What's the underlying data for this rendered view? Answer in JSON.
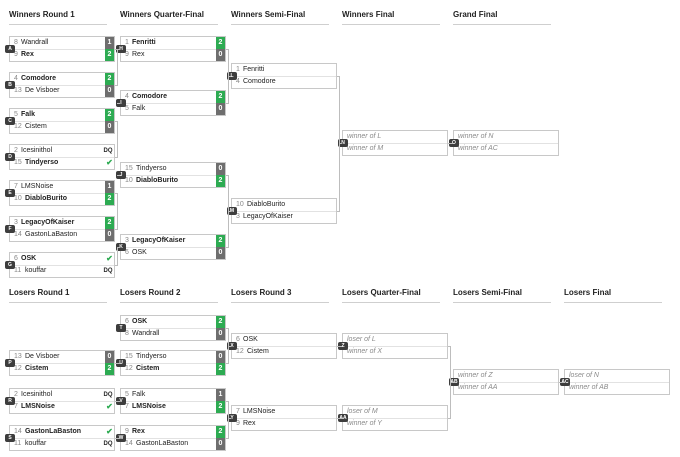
{
  "winners_rounds": [
    "Winners Round 1",
    "Winners Quarter-Final",
    "Winners Semi-Final",
    "Winners Final",
    "Grand Final"
  ],
  "losers_rounds": [
    "Losers Round 1",
    "Losers Round 2",
    "Losers Round 3",
    "Losers Quarter-Final",
    "Losers Semi-Final",
    "Losers Final"
  ],
  "matches": {
    "A": {
      "badge": "A",
      "p1": {
        "seed": "8",
        "name": "Wandrall",
        "score": "1"
      },
      "p2": {
        "seed": "9",
        "name": "Rex",
        "score": "2"
      }
    },
    "B": {
      "badge": "B",
      "p1": {
        "seed": "4",
        "name": "Comodore",
        "score": "2"
      },
      "p2": {
        "seed": "13",
        "name": "De Visboer",
        "score": "0"
      }
    },
    "C": {
      "badge": "C",
      "p1": {
        "seed": "5",
        "name": "Falk",
        "score": "2"
      },
      "p2": {
        "seed": "12",
        "name": "Cistem",
        "score": "0"
      }
    },
    "D": {
      "badge": "D",
      "p1": {
        "seed": "2",
        "name": "Icesinithol",
        "score": "DQ"
      },
      "p2": {
        "seed": "15",
        "name": "Tindyerso",
        "score": "✔"
      }
    },
    "E": {
      "badge": "E",
      "p1": {
        "seed": "7",
        "name": "LMSNoise",
        "score": "1"
      },
      "p2": {
        "seed": "10",
        "name": "DiabloBurito",
        "score": "2"
      }
    },
    "F": {
      "badge": "F",
      "p1": {
        "seed": "3",
        "name": "LegacyOfKaiser",
        "score": "2"
      },
      "p2": {
        "seed": "14",
        "name": "GastonLaBaston",
        "score": "0"
      }
    },
    "G": {
      "badge": "G",
      "p1": {
        "seed": "6",
        "name": "OSK",
        "score": "✔"
      },
      "p2": {
        "seed": "11",
        "name": "kouffar",
        "score": "DQ"
      }
    },
    "H": {
      "badge": "H",
      "p1": {
        "seed": "1",
        "name": "Fenritti",
        "score": "2"
      },
      "p2": {
        "seed": "9",
        "name": "Rex",
        "score": "0"
      }
    },
    "I": {
      "badge": "I",
      "p1": {
        "seed": "4",
        "name": "Comodore",
        "score": "2"
      },
      "p2": {
        "seed": "5",
        "name": "Falk",
        "score": "0"
      }
    },
    "J": {
      "badge": "J",
      "p1": {
        "seed": "15",
        "name": "Tindyerso",
        "score": "0"
      },
      "p2": {
        "seed": "10",
        "name": "DiabloBurito",
        "score": "2"
      }
    },
    "K": {
      "badge": "K",
      "p1": {
        "seed": "3",
        "name": "LegacyOfKaiser",
        "score": "2"
      },
      "p2": {
        "seed": "6",
        "name": "OSK",
        "score": "0"
      }
    },
    "L": {
      "badge": "L",
      "p1": {
        "seed": "1",
        "name": "Fenritti",
        "score": ""
      },
      "p2": {
        "seed": "4",
        "name": "Comodore",
        "score": ""
      }
    },
    "M": {
      "badge": "M",
      "p1": {
        "seed": "10",
        "name": "DiabloBurito",
        "score": ""
      },
      "p2": {
        "seed": "3",
        "name": "LegacyOfKaiser",
        "score": ""
      }
    },
    "N": {
      "badge": "N",
      "p1": {
        "seed": "",
        "name": "winner of L",
        "score": ""
      },
      "p2": {
        "seed": "",
        "name": "winner of M",
        "score": ""
      }
    },
    "O": {
      "badge": "O",
      "p1": {
        "seed": "",
        "name": "winner of N",
        "score": ""
      },
      "p2": {
        "seed": "",
        "name": "winner of AC",
        "score": ""
      }
    },
    "P": {
      "badge": "P",
      "p1": {
        "seed": "13",
        "name": "De Visboer",
        "score": "0"
      },
      "p2": {
        "seed": "12",
        "name": "Cistem",
        "score": "2"
      }
    },
    "R": {
      "badge": "R",
      "p1": {
        "seed": "2",
        "name": "Icesinithol",
        "score": "DQ"
      },
      "p2": {
        "seed": "7",
        "name": "LMSNoise",
        "score": "✔"
      }
    },
    "S": {
      "badge": "S",
      "p1": {
        "seed": "14",
        "name": "GastonLaBaston",
        "score": "✔"
      },
      "p2": {
        "seed": "11",
        "name": "kouffar",
        "score": "DQ"
      }
    },
    "T": {
      "badge": "T",
      "p1": {
        "seed": "6",
        "name": "OSK",
        "score": "2"
      },
      "p2": {
        "seed": "8",
        "name": "Wandrall",
        "score": "0"
      }
    },
    "U": {
      "badge": "U",
      "p1": {
        "seed": "15",
        "name": "Tindyerso",
        "score": "0"
      },
      "p2": {
        "seed": "12",
        "name": "Cistem",
        "score": "2"
      }
    },
    "V": {
      "badge": "V",
      "p1": {
        "seed": "5",
        "name": "Falk",
        "score": "1"
      },
      "p2": {
        "seed": "7",
        "name": "LMSNoise",
        "score": "2"
      }
    },
    "W": {
      "badge": "W",
      "p1": {
        "seed": "9",
        "name": "Rex",
        "score": "2"
      },
      "p2": {
        "seed": "14",
        "name": "GastonLaBaston",
        "score": "0"
      }
    },
    "X": {
      "badge": "X",
      "p1": {
        "seed": "6",
        "name": "OSK",
        "score": ""
      },
      "p2": {
        "seed": "12",
        "name": "Cistem",
        "score": ""
      }
    },
    "Y": {
      "badge": "Y",
      "p1": {
        "seed": "7",
        "name": "LMSNoise",
        "score": ""
      },
      "p2": {
        "seed": "9",
        "name": "Rex",
        "score": ""
      }
    },
    "Z": {
      "badge": "Z",
      "p1": {
        "seed": "",
        "name": "loser of L",
        "score": ""
      },
      "p2": {
        "seed": "",
        "name": "winner of X",
        "score": ""
      }
    },
    "AA": {
      "badge": "AA",
      "p1": {
        "seed": "",
        "name": "loser of M",
        "score": ""
      },
      "p2": {
        "seed": "",
        "name": "winner of Y",
        "score": ""
      }
    },
    "AB": {
      "badge": "AB",
      "p1": {
        "seed": "",
        "name": "winner of Z",
        "score": ""
      },
      "p2": {
        "seed": "",
        "name": "winner of AA",
        "score": ""
      }
    },
    "AC": {
      "badge": "AC",
      "p1": {
        "seed": "",
        "name": "loser of N",
        "score": ""
      },
      "p2": {
        "seed": "",
        "name": "winner of AB",
        "score": ""
      }
    }
  },
  "colors": {
    "win": "#2dab52",
    "loss": "#6e6e6e",
    "badge": "#3d3d3d",
    "line": "#bdbdbd"
  }
}
